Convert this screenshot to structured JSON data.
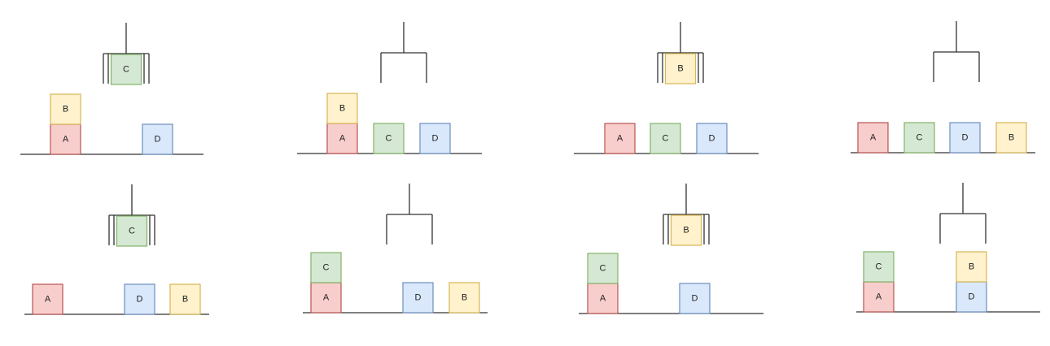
{
  "colors": {
    "A": {
      "fill": "#f8cecc",
      "stroke": "#b85450"
    },
    "B": {
      "fill": "#fff2cc",
      "stroke": "#d6b656"
    },
    "C": {
      "fill": "#d5e8d4",
      "stroke": "#82b366"
    },
    "D": {
      "fill": "#dae8fc",
      "stroke": "#6c8ebf"
    },
    "line": "#333333"
  },
  "panels": [
    {
      "held": "C",
      "stacks": [
        [
          "A",
          "B"
        ],
        [
          "D"
        ]
      ]
    },
    {
      "held": "",
      "stacks": [
        [
          "A",
          "B"
        ],
        [
          "C"
        ],
        [
          "D"
        ]
      ]
    },
    {
      "held": "B",
      "stacks": [
        [
          "A"
        ],
        [
          "C"
        ],
        [
          "D"
        ]
      ]
    },
    {
      "held": "",
      "stacks": [
        [
          "A"
        ],
        [
          "C"
        ],
        [
          "D"
        ],
        [
          "B"
        ]
      ]
    },
    {
      "held": "C",
      "stacks": [
        [
          "A"
        ],
        [
          "D"
        ],
        [
          "B"
        ]
      ]
    },
    {
      "held": "",
      "stacks": [
        [
          "A",
          "C"
        ],
        [
          "D"
        ],
        [
          "B"
        ]
      ]
    },
    {
      "held": "B",
      "stacks": [
        [
          "A",
          "C"
        ],
        [
          "D"
        ]
      ]
    },
    {
      "held": "",
      "stacks": [
        [
          "A",
          "C"
        ],
        [
          "D",
          "B"
        ]
      ]
    }
  ]
}
